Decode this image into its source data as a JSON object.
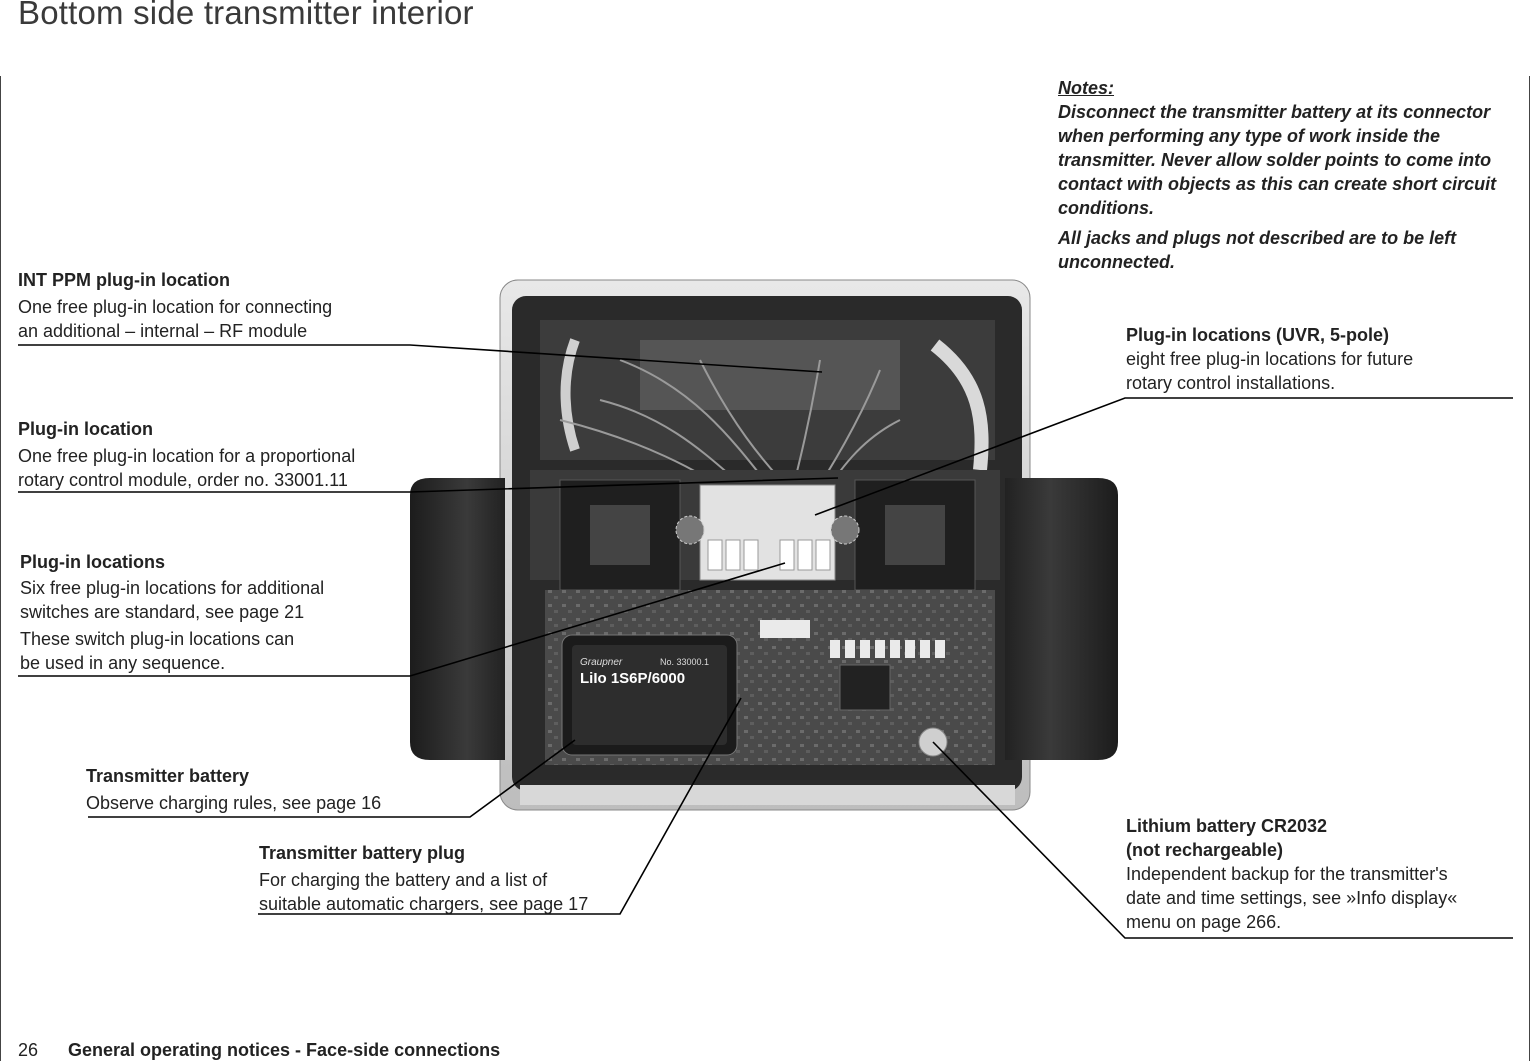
{
  "page": {
    "title": "Bottom side transmitter interior",
    "footer_page_number": "26",
    "footer_title": "General operating notices - Face-side connections"
  },
  "notes": {
    "heading": "Notes:",
    "paragraph1": "Disconnect the transmitter battery at its connector when performing any type of work inside the transmitter. Never allow solder points to come into contact with objects as this can create short circuit conditions.",
    "paragraph2": "All jacks and plugs not described are to be left unconnected."
  },
  "callouts": {
    "int_ppm": {
      "heading": "INT PPM plug-in location",
      "line1": "One free plug-in location for connecting",
      "line2": "an additional – internal – RF module"
    },
    "plugin_location": {
      "heading": "Plug-in location",
      "line1": "One free plug-in location for a proportional",
      "line2": "rotary control module, order no. 33001.11"
    },
    "plugin_locations_switch": {
      "heading": "Plug-in locations",
      "line1": "Six free plug-in locations for additional",
      "line2": "switches are standard, see page 21",
      "line3": "These switch plug-in locations can",
      "line4": "be used in any sequence."
    },
    "transmitter_battery": {
      "heading": "Transmitter battery",
      "line1": "Observe charging rules, see page 16"
    },
    "battery_plug": {
      "heading": "Transmitter battery plug",
      "line1": "For charging the battery and a list of",
      "line2": "suitable automatic chargers, see page 17"
    },
    "uvr": {
      "heading": "Plug-in locations (UVR, 5-pole)",
      "line1": "eight free plug-in locations for future",
      "line2": "rotary control installations."
    },
    "lithium": {
      "heading1": "Lithium battery CR2032",
      "heading2": "(not rechargeable)",
      "line1": "Independent backup for the transmitter's",
      "line2": "date and time settings, see »Info display«",
      "line3": "menu on page 266."
    }
  },
  "photo": {
    "battery_brand": "Graupner",
    "battery_no": "No. 33000.1",
    "battery_model": "LiIo 1S6P/6000"
  }
}
